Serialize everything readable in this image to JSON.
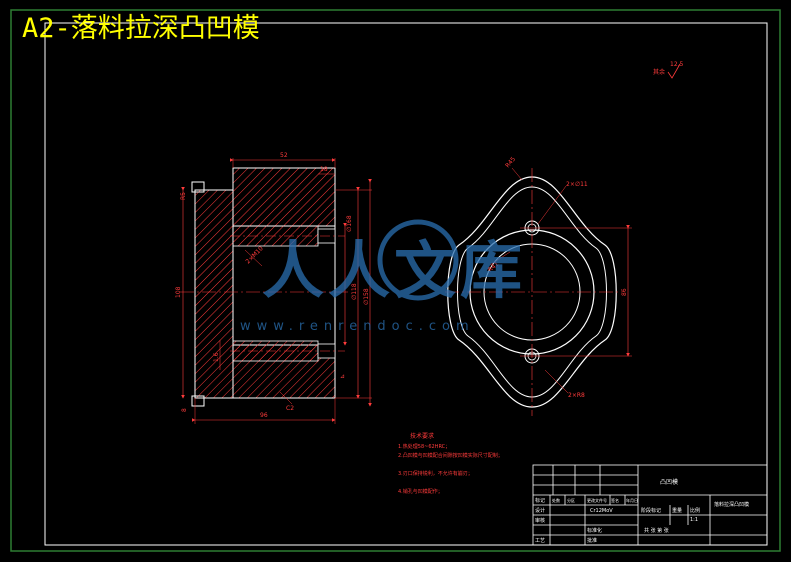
{
  "drawing": {
    "title": "A2-落料拉深凸凹模",
    "colors": {
      "background": "#000000",
      "frame": "#2e7d32",
      "outline": "#ffffff",
      "hatch": "#ff3b3b",
      "dimension": "#ff3b3b",
      "centerline": "#ff3b3b",
      "title_text": "#ffff00",
      "watermark": "#2a6fb0"
    },
    "front_view": {
      "dims": {
        "top": "52",
        "top_small": "18",
        "right_1": "∅168",
        "right_2": "∅118",
        "right_3": "∅158",
        "left_total": "108",
        "left_top": "R5",
        "bottom": "96",
        "bottom_small": "8",
        "thread": "2×M10",
        "chamfer": "C2",
        "angle": "1.6"
      }
    },
    "top_view": {
      "dims": {
        "r_outer": "R45",
        "hole": "2×∅11",
        "pcd": "R41",
        "height": "86",
        "bottom_note": "2×R8"
      }
    },
    "roughness": {
      "symbol": "其余",
      "value": "12.5"
    },
    "tech_req": {
      "heading": "技术要求",
      "lines": [
        "1.热处理58~62HRC；",
        "2.凸凹模与凹模配合间隙按凹模实际尺寸配制；",
        "3.刃口保持锐利，不允许有崩刃；",
        "4.销孔与凹模配作；"
      ]
    },
    "title_block": {
      "part_name": "凸凹模",
      "drawing_name": "落料拉深凸凹模",
      "material": "Cr12MoV",
      "scale": "1:1",
      "row_labels": [
        "标记",
        "设计",
        "审核",
        "工艺"
      ],
      "col_labels": [
        "处数",
        "分区",
        "更改文件号",
        "签名",
        "年月日"
      ],
      "mid_labels": [
        "阶段标记",
        "重量",
        "比例"
      ],
      "sheet": "共 张 第 张",
      "standard": "标准化",
      "approve": "批准"
    },
    "watermark": {
      "text": "人人文库",
      "url": "www.renrendoc.com"
    }
  }
}
